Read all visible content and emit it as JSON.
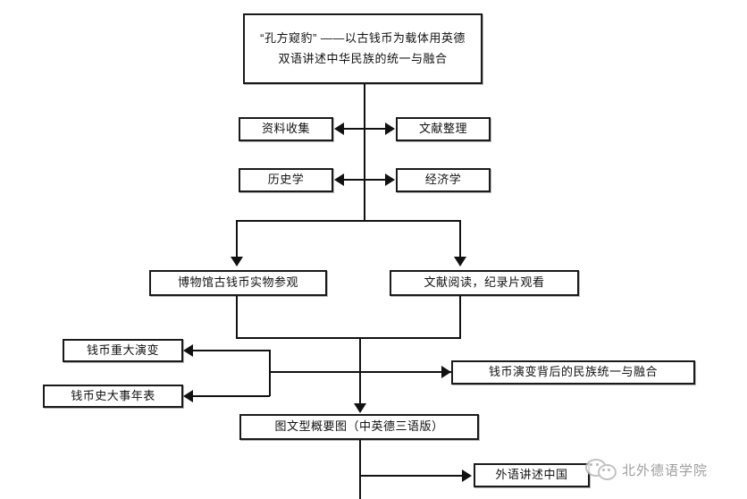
{
  "diagram": {
    "type": "flowchart",
    "title_box": {
      "id": "project-title",
      "label": "“孔方窥豹”  ——以古钱币为载体用英德双语讲述中华民族的统一与融合"
    },
    "nodes": [
      {
        "id": "data-collection",
        "label": "资料收集"
      },
      {
        "id": "literature-sorting",
        "label": "文献整理"
      },
      {
        "id": "history",
        "label": "历史学"
      },
      {
        "id": "economics",
        "label": "经济学"
      },
      {
        "id": "museum-visit",
        "label": "博物馆古钱币实物参观"
      },
      {
        "id": "reading-docs",
        "label": "文献阅读，纪录片观看"
      },
      {
        "id": "coin-evolution",
        "label": "钱币重大演变"
      },
      {
        "id": "coin-chronology",
        "label": "钱币史大事年表"
      },
      {
        "id": "unity-fusion",
        "label": "钱币演变背后的民族统一与融合"
      },
      {
        "id": "summary-graphic",
        "label": "图文型概要图（中英德三语版）"
      },
      {
        "id": "tell-china",
        "label": "外语讲述中国"
      }
    ],
    "edges": [
      {
        "from": "project-title",
        "to": "data-collection",
        "style": "bidirectional"
      },
      {
        "from": "project-title",
        "to": "literature-sorting",
        "style": "bidirectional"
      },
      {
        "from": "project-title",
        "to": "history",
        "style": "bidirectional"
      },
      {
        "from": "project-title",
        "to": "economics",
        "style": "bidirectional"
      },
      {
        "from": "project-title",
        "to": "museum-visit",
        "style": "arrow-down"
      },
      {
        "from": "project-title",
        "to": "reading-docs",
        "style": "arrow-down"
      },
      {
        "from": "museum-visit",
        "to": "coin-evolution",
        "style": "arrow-left"
      },
      {
        "from": "reading-docs",
        "to": "coin-chronology",
        "style": "arrow-left"
      },
      {
        "from": "reading-docs",
        "to": "unity-fusion",
        "style": "arrow-right"
      },
      {
        "from": "museum-visit",
        "to": "summary-graphic",
        "style": "arrow-down"
      },
      {
        "from": "summary-graphic",
        "to": "tell-china",
        "style": "arrow-right"
      }
    ]
  },
  "watermark": {
    "text": "北外德语学院",
    "icon": "wechat-logo",
    "color": "#8c8c8c"
  }
}
